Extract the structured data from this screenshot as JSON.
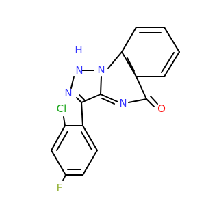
{
  "colors": {
    "bond": "#000000",
    "N": "#3333ff",
    "O": "#ff0d0d",
    "Cl": "#1fa81f",
    "F": "#90b030"
  },
  "atoms": {
    "nh": "H",
    "n_top": "N",
    "n_left": "N",
    "n_mid": "N",
    "n_bridge": "N",
    "o": "O",
    "cl": "Cl",
    "f": "F"
  }
}
